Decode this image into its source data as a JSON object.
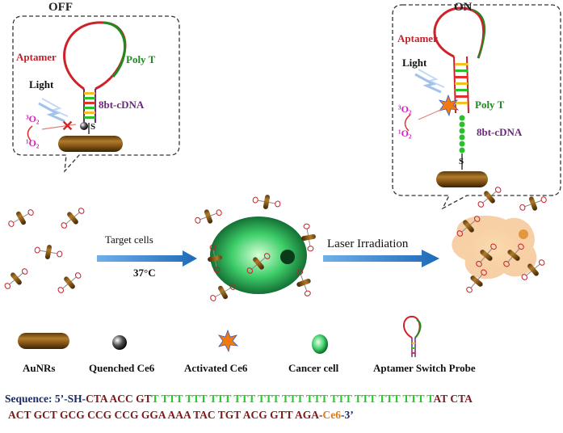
{
  "states": {
    "off": "OFF",
    "on": "ON"
  },
  "off_panel": {
    "aptamer": "Aptamer",
    "polyt": "Poly T",
    "light": "Light",
    "cdna": "8bt-cDNA",
    "s": "S",
    "o2_triplet": "³O₂",
    "o2_singlet": "¹O₂"
  },
  "on_panel": {
    "aptamer": "Aptamer",
    "light": "Light",
    "polyt": "Poly T",
    "cdna": "8bt-cDNA",
    "s": "S",
    "o2_triplet": "³O₂",
    "o2_singlet": "¹O₂"
  },
  "flow": {
    "step1_label": "Target cells",
    "step1_temp": "37°C",
    "step2_label": "Laser Irradiation"
  },
  "legend": {
    "aunrs": "AuNRs",
    "quenched": "Quenched Ce6",
    "activated": "Activated Ce6",
    "cancer": "Cancer cell",
    "probe": "Aptamer Switch Probe"
  },
  "sequence": {
    "line1_head": "Sequence: 5’-SH-",
    "line1_brown": "CTA ACC GT",
    "line1_green": "T TTT TTT TTT TTT TTT TTT TTT TTT TTT TTT TTT T",
    "line1_tail": "AT CTA",
    "line2_brown": "ACT GCT GCG CCG CCG GGA AAA TAC TGT ACG GTT AGA-",
    "line2_orange": "Ce6",
    "line2_end": "-3’"
  },
  "colors": {
    "aptamer_red": "#d0202a",
    "polyt_green": "#1f8a1f",
    "cdna_purple": "#6a2a7a",
    "rod_brown": "#8a5a1a",
    "cell_green": "#2fbf5a",
    "arrow_blue": "#2e7fc8",
    "activated_orange": "#f07a10"
  }
}
